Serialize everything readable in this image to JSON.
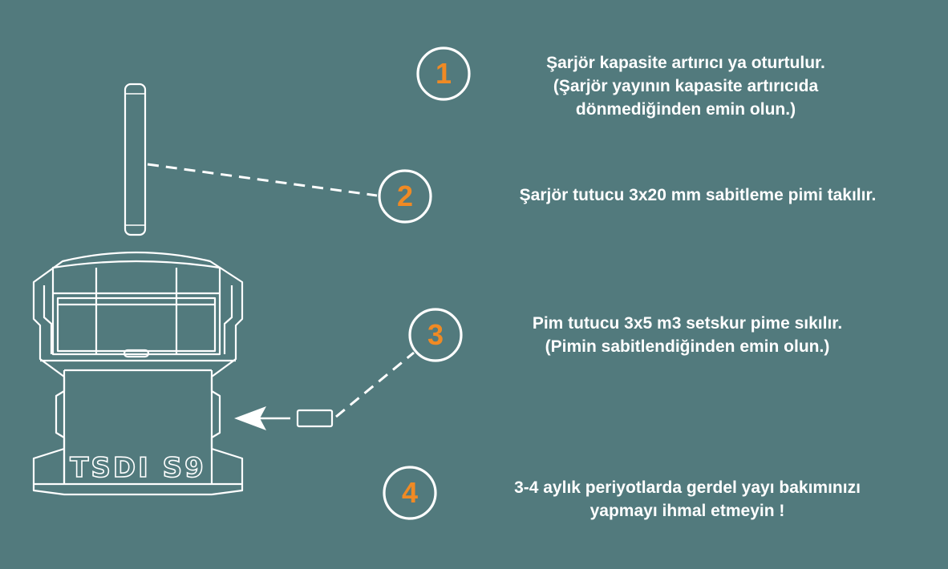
{
  "colors": {
    "background": "#527a7d",
    "line": "#ffffff",
    "accent": "#f08a24"
  },
  "device": {
    "label": "TSDI S9"
  },
  "steps": [
    {
      "number": "1",
      "lines": [
        "Şarjör kapasite artırıcı ya oturtulur.",
        "(Şarjör yayının kapasite artırıcıda",
        "dönmediğinden emin olun.)"
      ]
    },
    {
      "number": "2",
      "lines": [
        "Şarjör tutucu 3x20 mm sabitleme pimi takılır."
      ]
    },
    {
      "number": "3",
      "lines": [
        "Pim tutucu 3x5 m3 setskur pime sıkılır.",
        "(Pimin sabitlendiğinden emin olun.)"
      ]
    },
    {
      "number": "4",
      "lines": [
        "3-4 aylık periyotlarda gerdel yayı bakımınızı",
        "yapmayı ihmal etmeyin !"
      ]
    }
  ]
}
